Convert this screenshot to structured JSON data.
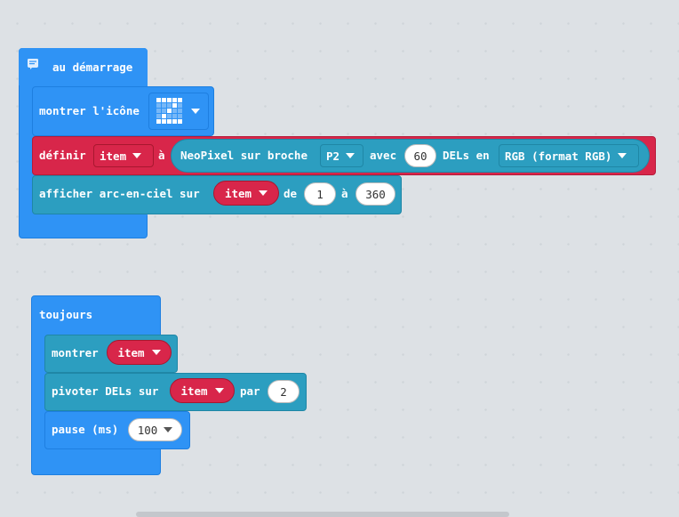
{
  "on_start": {
    "header": "au démarrage",
    "show_icon": {
      "label": "montrer l'icône"
    },
    "set_strip": {
      "label": "définir",
      "var": "item",
      "a": "à",
      "create_label": "NeoPixel sur broche",
      "pin": "P2",
      "avec": "avec",
      "count": "60",
      "dels_en": "DELs en",
      "mode": "RGB (format RGB)"
    },
    "rainbow": {
      "label": "afficher arc-en-ciel sur",
      "var": "item",
      "de": "de",
      "from": "1",
      "a": "à",
      "to": "360"
    }
  },
  "forever": {
    "header": "toujours",
    "show": {
      "label": "montrer",
      "var": "item"
    },
    "rotate": {
      "label": "pivoter DELs sur",
      "var": "item",
      "par": "par",
      "amount": "2"
    },
    "pause": {
      "label": "pause (ms)",
      "value": "100"
    }
  },
  "colors": {
    "basic": "#2f93f5",
    "neopixel": "#2c9ec0",
    "variables": "#d8264a",
    "background": "#eceff2"
  }
}
